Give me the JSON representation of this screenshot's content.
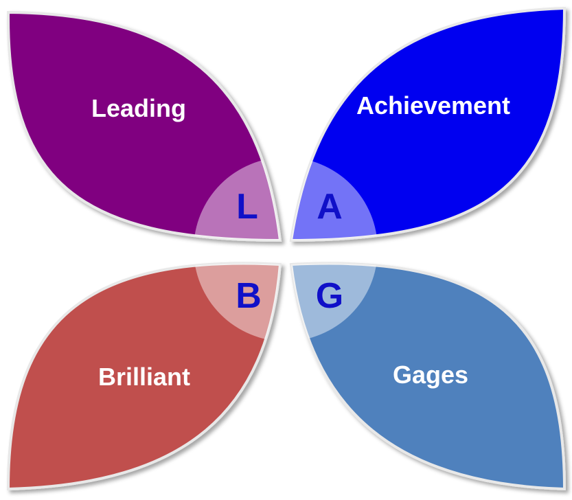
{
  "petals": [
    {
      "id": "tl",
      "label": "Leading",
      "letter": "L",
      "color": "#800080"
    },
    {
      "id": "tr",
      "label": "Achievement",
      "letter": "A",
      "color": "#0000f0"
    },
    {
      "id": "bl",
      "label": "Brilliant",
      "letter": "B",
      "color": "#c0504d"
    },
    {
      "id": "br",
      "label": "Gages",
      "letter": "G",
      "color": "#4f81bd"
    }
  ],
  "center_overlay_color": "#ffffff",
  "letter_color": "#1010c8"
}
